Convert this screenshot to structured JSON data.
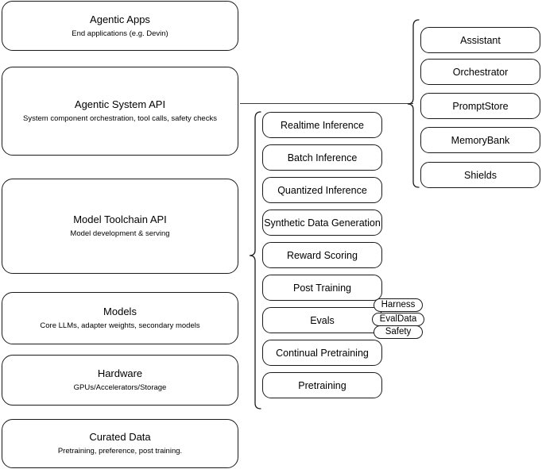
{
  "diagram": {
    "title": "AI stack layered architecture diagram",
    "background_color": "#ffffff",
    "stroke_color": "#1a1a1a",
    "layers": [
      {
        "id": "agentic-apps",
        "title": "Agentic Apps",
        "subtitle": "End applications (e.g. Devin)"
      },
      {
        "id": "agentic-system-api",
        "title": "Agentic System API",
        "subtitle": "System component orchestration, tool calls, safety checks"
      },
      {
        "id": "model-toolchain-api",
        "title": "Model Toolchain API",
        "subtitle": "Model development & serving"
      },
      {
        "id": "models",
        "title": "Models",
        "subtitle": "Core LLMs, adapter weights, secondary models"
      },
      {
        "id": "hardware",
        "title": "Hardware",
        "subtitle": "GPUs/Accelerators/Storage"
      },
      {
        "id": "curated-data",
        "title": "Curated Data",
        "subtitle": "Pretraining, preference, post training."
      }
    ],
    "toolchain_components": [
      {
        "id": "realtime-inference",
        "label": "Realtime Inference"
      },
      {
        "id": "batch-inference",
        "label": "Batch Inference"
      },
      {
        "id": "quantized-inference",
        "label": "Quantized Inference"
      },
      {
        "id": "synthetic-data-generation",
        "label": "Synthetic Data Generation"
      },
      {
        "id": "reward-scoring",
        "label": "Reward Scoring"
      },
      {
        "id": "post-training",
        "label": "Post Training"
      },
      {
        "id": "evals",
        "label": "Evals"
      },
      {
        "id": "continual-pretraining",
        "label": "Continual Pretraining"
      },
      {
        "id": "pretraining",
        "label": "Pretraining"
      }
    ],
    "system_components": [
      {
        "id": "assistant",
        "label": "Assistant"
      },
      {
        "id": "orchestrator",
        "label": "Orchestrator"
      },
      {
        "id": "promptstore",
        "label": "PromptStore"
      },
      {
        "id": "memorybank",
        "label": "MemoryBank"
      },
      {
        "id": "shields",
        "label": "Shields"
      }
    ],
    "eval_tags": [
      {
        "id": "harness",
        "label": "Harness"
      },
      {
        "id": "evaldata",
        "label": "EvalData"
      },
      {
        "id": "safety",
        "label": "Safety"
      }
    ]
  }
}
